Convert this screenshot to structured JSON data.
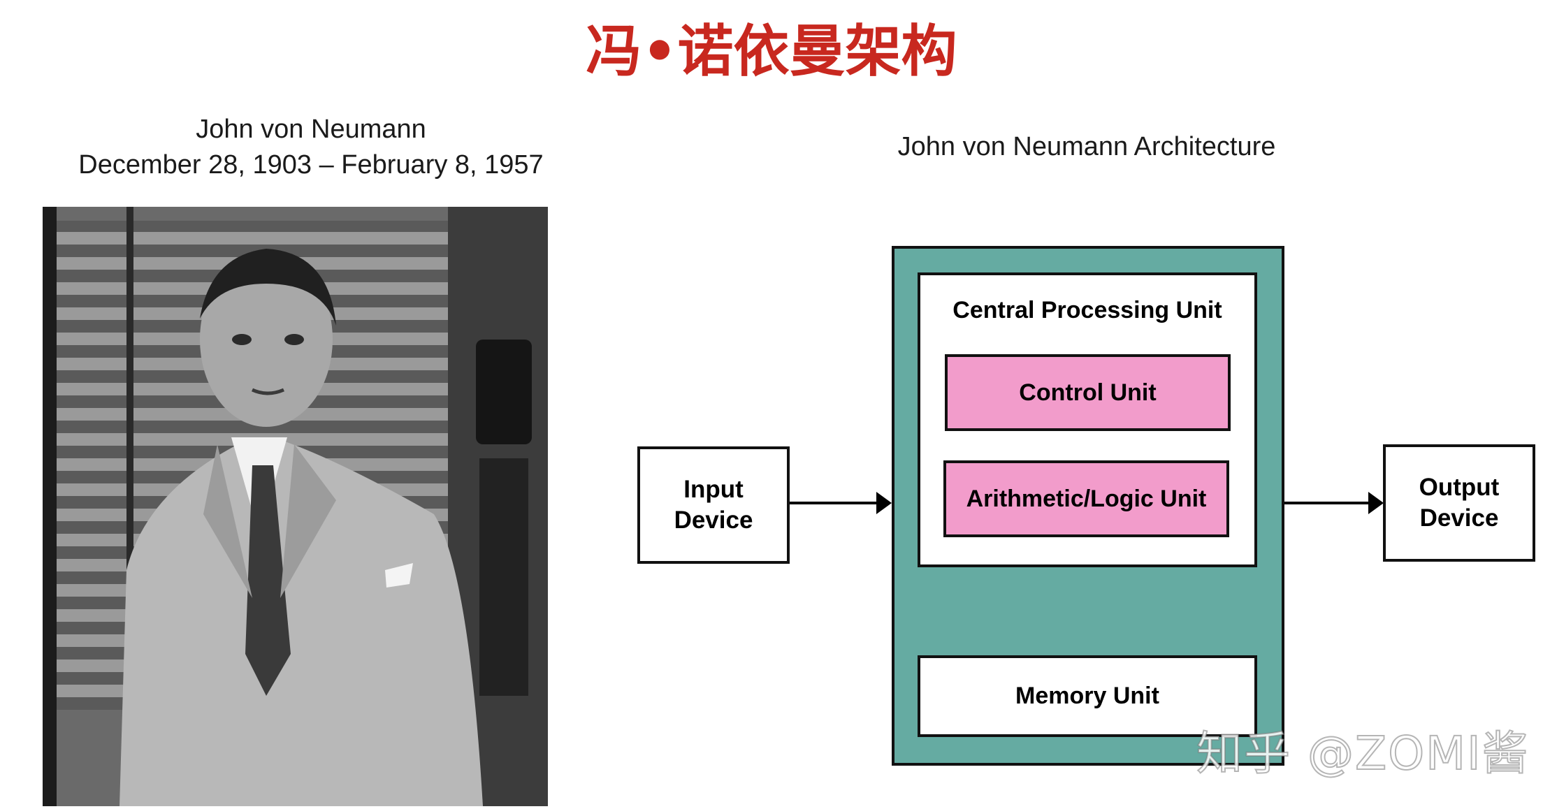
{
  "title": "冯•诺依曼架构",
  "portrait": {
    "name": "John von Neumann",
    "dates": "December 28, 1903 – February 8, 1957"
  },
  "diagram": {
    "caption": "John von Neumann Architecture",
    "input_device": "Input\nDevice",
    "output_device": "Output\nDevice",
    "cpu": "Central Processing Unit",
    "control_unit": "Control Unit",
    "alu": "Arithmetic/Logic Unit",
    "memory_unit": "Memory Unit",
    "colors": {
      "frame": "#65aba2",
      "unit_fill": "#f29ccb",
      "title": "#c8281f"
    }
  },
  "watermark": "知乎 @ZOMI酱"
}
